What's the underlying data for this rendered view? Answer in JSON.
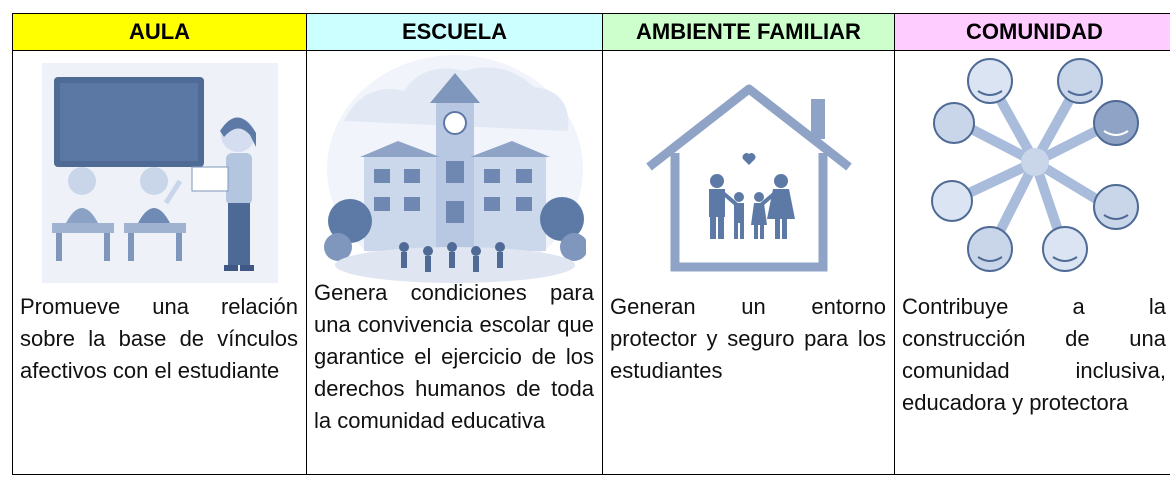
{
  "columns": [
    {
      "header": "AULA",
      "header_color": "#ffff00",
      "illustration": "teacher-classroom",
      "text": "Promueve una relación sobre la base de vínculos afectivos con el estudiante"
    },
    {
      "header": "ESCUELA",
      "header_color": "#ccffff",
      "illustration": "school-building",
      "text": "Genera condiciones para una convivencia escolar que garantice el ejercicio de los derechos humanos de toda la comunidad educativa"
    },
    {
      "header": "AMBIENTE FAMILIAR",
      "header_color": "#ccffcc",
      "illustration": "family-house",
      "text": "Generan un entorno protector y seguro para los estudiantes"
    },
    {
      "header": "COMUNIDAD",
      "header_color": "#ffccff",
      "illustration": "community-circle",
      "text": "Contribuye a la construcción de una comunidad inclusiva, educadora y protectora"
    }
  ]
}
